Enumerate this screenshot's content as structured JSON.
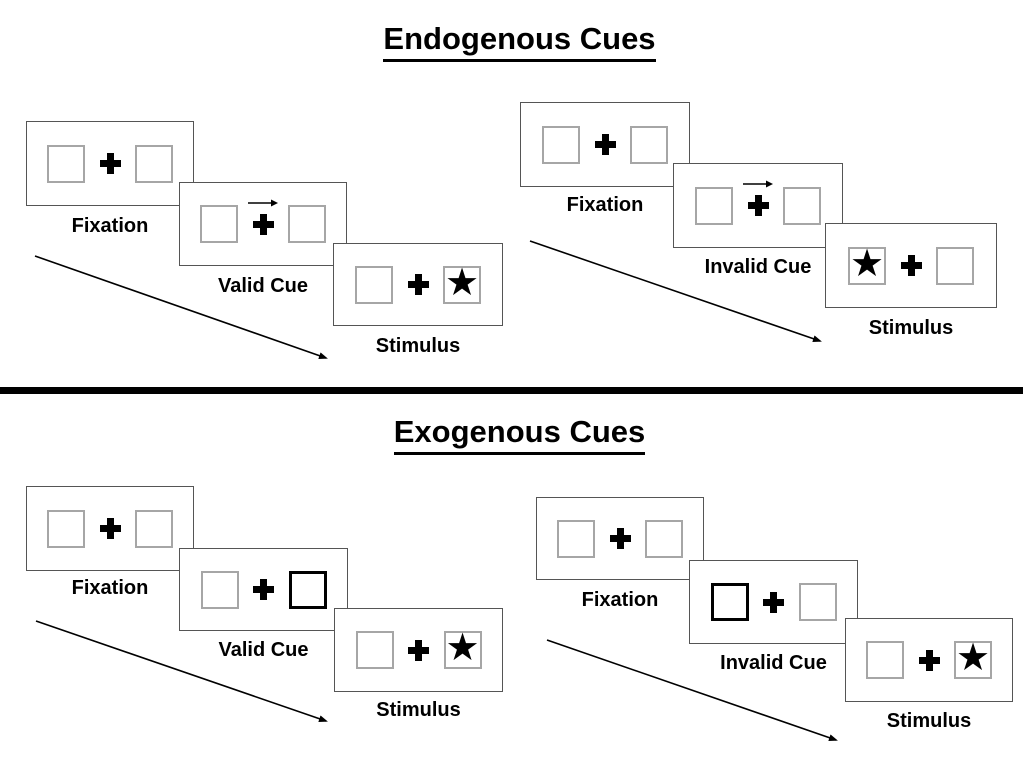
{
  "figure": {
    "description": "Posner spatial cueing task schematic with endogenous and exogenous cue trial sequences"
  },
  "colors": {
    "background": "#ffffff",
    "ink": "#000000",
    "panel_border": "#555555",
    "box_border": "#a6a6a6"
  },
  "icons": {
    "star_glyph": "★",
    "fixation_cross": "✚",
    "cue_arrow_direction": "right"
  },
  "sections": [
    {
      "title": "Endogenous Cues",
      "sequences": [
        {
          "name": "valid-trial",
          "steps": [
            {
              "label": "Fixation"
            },
            {
              "label": "Valid Cue",
              "cue": "right-pointing arrow above central fixation cross"
            },
            {
              "label": "Stimulus",
              "stimulus_side": "right"
            }
          ]
        },
        {
          "name": "invalid-trial",
          "steps": [
            {
              "label": "Fixation"
            },
            {
              "label": "Invalid Cue",
              "cue": "right-pointing arrow above central fixation cross"
            },
            {
              "label": "Stimulus",
              "stimulus_side": "left"
            }
          ]
        }
      ]
    },
    {
      "title": "Exogenous Cues",
      "sequences": [
        {
          "name": "valid-trial",
          "steps": [
            {
              "label": "Fixation"
            },
            {
              "label": "Valid Cue",
              "cue": "thick-outlined right box"
            },
            {
              "label": "Stimulus",
              "stimulus_side": "right"
            }
          ]
        },
        {
          "name": "invalid-trial",
          "steps": [
            {
              "label": "Fixation"
            },
            {
              "label": "Invalid Cue",
              "cue": "thick-outlined left box"
            },
            {
              "label": "Stimulus",
              "stimulus_side": "right"
            }
          ]
        }
      ]
    }
  ]
}
